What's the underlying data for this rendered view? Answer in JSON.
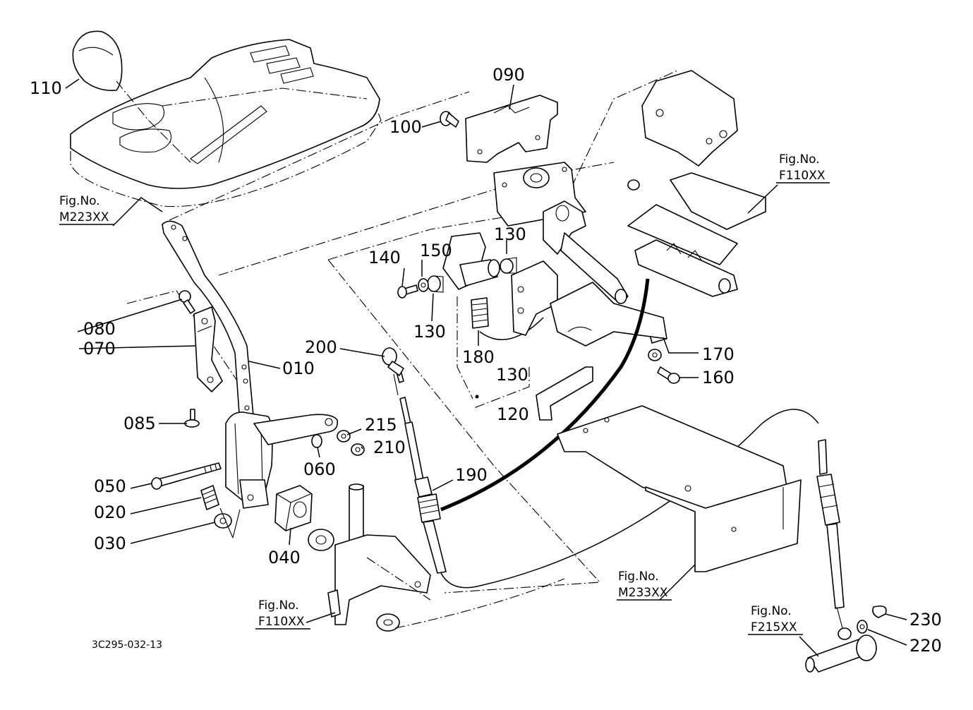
{
  "part_labels": {
    "p110": "110",
    "p090": "090",
    "p100": "100",
    "p130a": "130",
    "p150": "150",
    "p140": "140",
    "p130b": "130",
    "p180": "180",
    "p130c": "130",
    "p120": "120",
    "p080": "080",
    "p070": "070",
    "p010": "010",
    "p200": "200",
    "p085": "085",
    "p215": "215",
    "p210": "210",
    "p060": "060",
    "p050": "050",
    "p020": "020",
    "p030": "030",
    "p040": "040",
    "p190": "190",
    "p170": "170",
    "p160": "160",
    "p230": "230",
    "p220": "220"
  },
  "figure_refs": {
    "m223": {
      "label": "Fig.No.",
      "code": "M223XX"
    },
    "f110_top": {
      "label": "Fig.No.",
      "code": "F110XX"
    },
    "f110_bottom": {
      "label": "Fig.No.",
      "code": "F110XX"
    },
    "m233": {
      "label": "Fig.No.",
      "code": "M233XX"
    },
    "f215": {
      "label": "Fig.No.",
      "code": "F215XX"
    }
  },
  "drawing_code": "3C295-032-13"
}
